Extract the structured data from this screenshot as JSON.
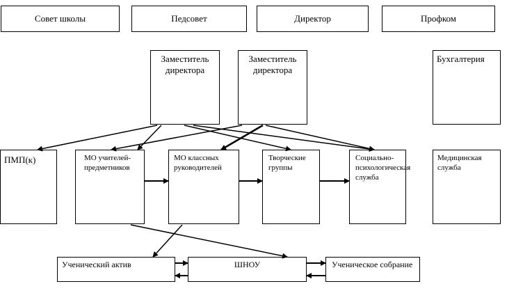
{
  "top_row": {
    "school_council": "Совет школы",
    "teachers_council": "Педсовет",
    "director": "Директор",
    "trade_union": "Профком"
  },
  "deputies": {
    "deputy_1": "Заместитель директора",
    "deputy_2": "Заместитель директора",
    "accounting": "Бухгалтерия"
  },
  "departments": {
    "pmpk": "ПМП(к)",
    "mo_subject_teachers": "МО учителей-предметников",
    "mo_class_teachers": "МО классных руководителей",
    "creative_groups": "Творческие группы",
    "social_psych_service": "Социально-психологическая служба",
    "medical_service": "Медицинская служба"
  },
  "bottom_row": {
    "student_activists": "Ученический актив",
    "shnou": "ШНОУ",
    "student_assembly": "Ученическое собрание"
  }
}
